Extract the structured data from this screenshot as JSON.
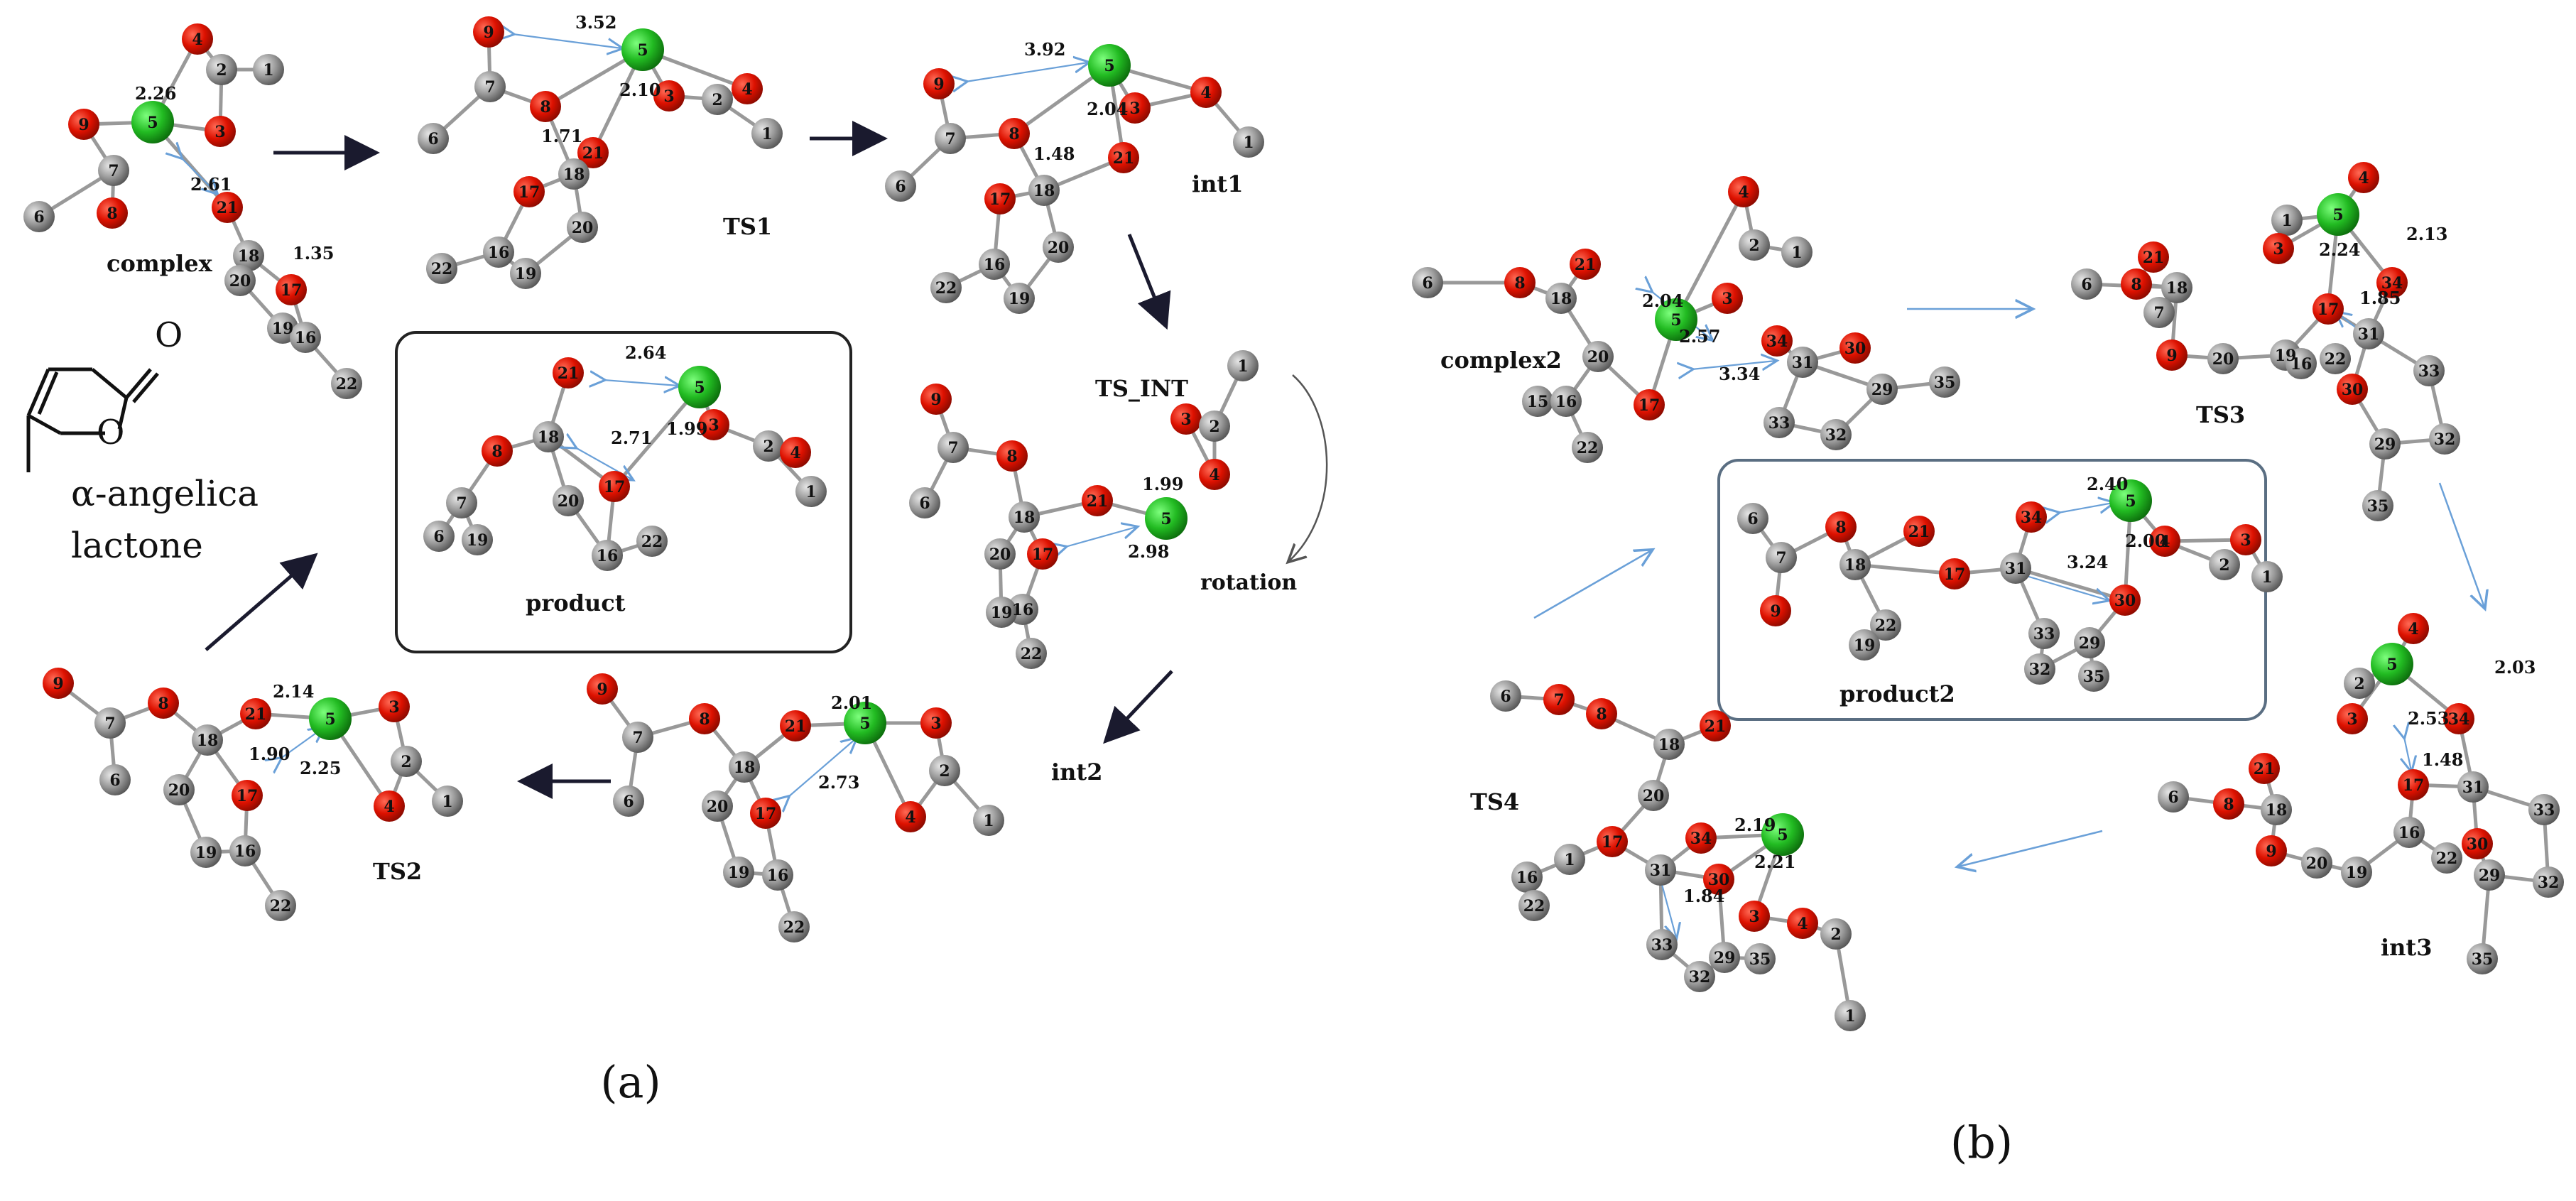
{
  "panels": [
    {
      "id": "a",
      "label": "(a)"
    },
    {
      "id": "b",
      "label": "(b)"
    }
  ],
  "structure_caption": {
    "line1": "α-angelica",
    "line2": "lactone"
  },
  "molecule_a": {
    "carbonyl_o": "O",
    "ring_o": "O"
  },
  "colors": {
    "oxygen": "#dd1100",
    "metal": "#22bb22",
    "carbon": "#9a9a9a",
    "bond": "#999999",
    "arrow": "#1a1a2e",
    "thin_arrow": "#6aa0d8",
    "text": "#111111"
  },
  "states": [
    {
      "key": "complex",
      "name": "complex",
      "atoms": [
        {
          "n": "4",
          "e": "O"
        },
        {
          "n": "2",
          "e": "C"
        },
        {
          "n": "1",
          "e": "C"
        },
        {
          "n": "9",
          "e": "O"
        },
        {
          "n": "5",
          "e": "M"
        },
        {
          "n": "3",
          "e": "O"
        },
        {
          "n": "7",
          "e": "C"
        },
        {
          "n": "6",
          "e": "C"
        },
        {
          "n": "8",
          "e": "O"
        },
        {
          "n": "21",
          "e": "O"
        },
        {
          "n": "18",
          "e": "C"
        },
        {
          "n": "20",
          "e": "C"
        },
        {
          "n": "17",
          "e": "O"
        },
        {
          "n": "19",
          "e": "C"
        },
        {
          "n": "16",
          "e": "C"
        },
        {
          "n": "22",
          "e": "C"
        }
      ],
      "distances": [
        "2.26",
        "2.61",
        "1.35"
      ]
    },
    {
      "key": "ts1",
      "name": "TS1",
      "atoms": [
        {
          "n": "9",
          "e": "O"
        },
        {
          "n": "5",
          "e": "M"
        },
        {
          "n": "4",
          "e": "O"
        },
        {
          "n": "3",
          "e": "O"
        },
        {
          "n": "2",
          "e": "C"
        },
        {
          "n": "1",
          "e": "C"
        },
        {
          "n": "7",
          "e": "C"
        },
        {
          "n": "8",
          "e": "O"
        },
        {
          "n": "6",
          "e": "C"
        },
        {
          "n": "21",
          "e": "O"
        },
        {
          "n": "18",
          "e": "C"
        },
        {
          "n": "17",
          "e": "O"
        },
        {
          "n": "20",
          "e": "C"
        },
        {
          "n": "16",
          "e": "C"
        },
        {
          "n": "22",
          "e": "C"
        },
        {
          "n": "19",
          "e": "C"
        }
      ],
      "distances": [
        "3.52",
        "2.10",
        "1.71"
      ]
    },
    {
      "key": "int1",
      "name": "int1",
      "atoms": [
        {
          "n": "9",
          "e": "O"
        },
        {
          "n": "5",
          "e": "M"
        },
        {
          "n": "4",
          "e": "O"
        },
        {
          "n": "3",
          "e": "O"
        },
        {
          "n": "1",
          "e": "C"
        },
        {
          "n": "7",
          "e": "C"
        },
        {
          "n": "8",
          "e": "O"
        },
        {
          "n": "6",
          "e": "C"
        },
        {
          "n": "21",
          "e": "O"
        },
        {
          "n": "18",
          "e": "C"
        },
        {
          "n": "17",
          "e": "O"
        },
        {
          "n": "20",
          "e": "C"
        },
        {
          "n": "16",
          "e": "C"
        },
        {
          "n": "22",
          "e": "C"
        },
        {
          "n": "19",
          "e": "C"
        }
      ],
      "distances": [
        "3.92",
        "2.04",
        "1.48"
      ]
    },
    {
      "key": "ts_int",
      "name": "TS_INT",
      "atoms": [
        {
          "n": "9",
          "e": "O"
        },
        {
          "n": "7",
          "e": "C"
        },
        {
          "n": "8",
          "e": "O"
        },
        {
          "n": "6",
          "e": "C"
        },
        {
          "n": "1",
          "e": "C"
        },
        {
          "n": "3",
          "e": "O"
        },
        {
          "n": "2",
          "e": "C"
        },
        {
          "n": "4",
          "e": "O"
        },
        {
          "n": "21",
          "e": "O"
        },
        {
          "n": "5",
          "e": "M"
        },
        {
          "n": "18",
          "e": "C"
        },
        {
          "n": "20",
          "e": "C"
        },
        {
          "n": "17",
          "e": "O"
        },
        {
          "n": "16",
          "e": "C"
        },
        {
          "n": "19",
          "e": "C"
        },
        {
          "n": "22",
          "e": "C"
        }
      ],
      "distances": [
        "1.99",
        "2.98"
      ]
    },
    {
      "key": "product",
      "name": "product",
      "atoms": [
        {
          "n": "21",
          "e": "O"
        },
        {
          "n": "5",
          "e": "M"
        },
        {
          "n": "18",
          "e": "C"
        },
        {
          "n": "3",
          "e": "O"
        },
        {
          "n": "2",
          "e": "C"
        },
        {
          "n": "4",
          "e": "O"
        },
        {
          "n": "1",
          "e": "C"
        },
        {
          "n": "8",
          "e": "O"
        },
        {
          "n": "20",
          "e": "C"
        },
        {
          "n": "17",
          "e": "O"
        },
        {
          "n": "7",
          "e": "C"
        },
        {
          "n": "6",
          "e": "C"
        },
        {
          "n": "19",
          "e": "C"
        },
        {
          "n": "16",
          "e": "C"
        },
        {
          "n": "22",
          "e": "C"
        }
      ],
      "distances": [
        "2.64",
        "2.71",
        "1.99"
      ]
    },
    {
      "key": "ts2",
      "name": "TS2",
      "atoms": [
        {
          "n": "9",
          "e": "O"
        },
        {
          "n": "8",
          "e": "O"
        },
        {
          "n": "7",
          "e": "C"
        },
        {
          "n": "6",
          "e": "C"
        },
        {
          "n": "21",
          "e": "O"
        },
        {
          "n": "5",
          "e": "M"
        },
        {
          "n": "3",
          "e": "O"
        },
        {
          "n": "18",
          "e": "C"
        },
        {
          "n": "20",
          "e": "C"
        },
        {
          "n": "17",
          "e": "O"
        },
        {
          "n": "2",
          "e": "C"
        },
        {
          "n": "4",
          "e": "O"
        },
        {
          "n": "1",
          "e": "C"
        },
        {
          "n": "19",
          "e": "C"
        },
        {
          "n": "16",
          "e": "C"
        },
        {
          "n": "22",
          "e": "C"
        }
      ],
      "distances": [
        "2.14",
        "1.90",
        "2.25"
      ]
    },
    {
      "key": "int2",
      "name": "int2",
      "atoms": [
        {
          "n": "9",
          "e": "O"
        },
        {
          "n": "8",
          "e": "O"
        },
        {
          "n": "7",
          "e": "C"
        },
        {
          "n": "6",
          "e": "C"
        },
        {
          "n": "18",
          "e": "C"
        },
        {
          "n": "21",
          "e": "O"
        },
        {
          "n": "5",
          "e": "M"
        },
        {
          "n": "3",
          "e": "O"
        },
        {
          "n": "2",
          "e": "C"
        },
        {
          "n": "4",
          "e": "O"
        },
        {
          "n": "1",
          "e": "C"
        },
        {
          "n": "20",
          "e": "C"
        },
        {
          "n": "17",
          "e": "O"
        },
        {
          "n": "19",
          "e": "C"
        },
        {
          "n": "16",
          "e": "C"
        },
        {
          "n": "22",
          "e": "C"
        }
      ],
      "distances": [
        "2.01",
        "2.73"
      ]
    },
    {
      "key": "complex2",
      "name": "complex2",
      "atoms": [
        {
          "n": "4",
          "e": "O"
        },
        {
          "n": "2",
          "e": "C"
        },
        {
          "n": "1",
          "e": "C"
        },
        {
          "n": "6",
          "e": "C"
        },
        {
          "n": "8",
          "e": "O"
        },
        {
          "n": "21",
          "e": "O"
        },
        {
          "n": "18",
          "e": "C"
        },
        {
          "n": "5",
          "e": "M"
        },
        {
          "n": "3",
          "e": "O"
        },
        {
          "n": "34",
          "e": "O"
        },
        {
          "n": "30",
          "e": "O"
        },
        {
          "n": "31",
          "e": "C"
        },
        {
          "n": "29",
          "e": "C"
        },
        {
          "n": "35",
          "e": "C"
        },
        {
          "n": "20",
          "e": "C"
        },
        {
          "n": "17",
          "e": "O"
        },
        {
          "n": "15",
          "e": "C"
        },
        {
          "n": "16",
          "e": "C"
        },
        {
          "n": "22",
          "e": "C"
        },
        {
          "n": "33",
          "e": "C"
        },
        {
          "n": "32",
          "e": "C"
        }
      ],
      "distances": [
        "2.04",
        "2.57",
        "3.34"
      ]
    },
    {
      "key": "ts3",
      "name": "TS3",
      "atoms": [
        {
          "n": "4",
          "e": "O"
        },
        {
          "n": "5",
          "e": "M"
        },
        {
          "n": "1",
          "e": "C"
        },
        {
          "n": "3",
          "e": "O"
        },
        {
          "n": "21",
          "e": "O"
        },
        {
          "n": "6",
          "e": "C"
        },
        {
          "n": "8",
          "e": "O"
        },
        {
          "n": "18",
          "e": "C"
        },
        {
          "n": "7",
          "e": "C"
        },
        {
          "n": "17",
          "e": "O"
        },
        {
          "n": "34",
          "e": "O"
        },
        {
          "n": "9",
          "e": "O"
        },
        {
          "n": "20",
          "e": "C"
        },
        {
          "n": "19",
          "e": "C"
        },
        {
          "n": "16",
          "e": "C"
        },
        {
          "n": "22",
          "e": "C"
        },
        {
          "n": "31",
          "e": "C"
        },
        {
          "n": "33",
          "e": "C"
        },
        {
          "n": "30",
          "e": "O"
        },
        {
          "n": "29",
          "e": "C"
        },
        {
          "n": "32",
          "e": "C"
        },
        {
          "n": "35",
          "e": "C"
        }
      ],
      "distances": [
        "2.13",
        "2.24",
        "1.85"
      ]
    },
    {
      "key": "product2",
      "name": "product2",
      "atoms": [
        {
          "n": "6",
          "e": "C"
        },
        {
          "n": "8",
          "e": "O"
        },
        {
          "n": "21",
          "e": "O"
        },
        {
          "n": "34",
          "e": "O"
        },
        {
          "n": "5",
          "e": "M"
        },
        {
          "n": "4",
          "e": "O"
        },
        {
          "n": "3",
          "e": "O"
        },
        {
          "n": "2",
          "e": "C"
        },
        {
          "n": "1",
          "e": "C"
        },
        {
          "n": "7",
          "e": "C"
        },
        {
          "n": "18",
          "e": "C"
        },
        {
          "n": "17",
          "e": "O"
        },
        {
          "n": "31",
          "e": "C"
        },
        {
          "n": "9",
          "e": "O"
        },
        {
          "n": "22",
          "e": "C"
        },
        {
          "n": "19",
          "e": "C"
        },
        {
          "n": "30",
          "e": "O"
        },
        {
          "n": "33",
          "e": "C"
        },
        {
          "n": "29",
          "e": "C"
        },
        {
          "n": "32",
          "e": "C"
        },
        {
          "n": "35",
          "e": "C"
        }
      ],
      "distances": [
        "2.40",
        "2.00",
        "3.24"
      ]
    },
    {
      "key": "int3",
      "name": "int3",
      "atoms": [
        {
          "n": "4",
          "e": "O"
        },
        {
          "n": "5",
          "e": "M"
        },
        {
          "n": "2",
          "e": "C"
        },
        {
          "n": "3",
          "e": "O"
        },
        {
          "n": "34",
          "e": "O"
        },
        {
          "n": "21",
          "e": "O"
        },
        {
          "n": "6",
          "e": "C"
        },
        {
          "n": "8",
          "e": "O"
        },
        {
          "n": "18",
          "e": "C"
        },
        {
          "n": "9",
          "e": "O"
        },
        {
          "n": "20",
          "e": "C"
        },
        {
          "n": "19",
          "e": "C"
        },
        {
          "n": "17",
          "e": "O"
        },
        {
          "n": "31",
          "e": "C"
        },
        {
          "n": "16",
          "e": "C"
        },
        {
          "n": "22",
          "e": "C"
        },
        {
          "n": "30",
          "e": "O"
        },
        {
          "n": "33",
          "e": "C"
        },
        {
          "n": "29",
          "e": "C"
        },
        {
          "n": "32",
          "e": "C"
        },
        {
          "n": "35",
          "e": "C"
        }
      ],
      "distances": [
        "2.03",
        "2.53",
        "1.48"
      ]
    },
    {
      "key": "ts4",
      "name": "TS4",
      "atoms": [
        {
          "n": "6",
          "e": "C"
        },
        {
          "n": "7",
          "e": "O"
        },
        {
          "n": "8",
          "e": "O"
        },
        {
          "n": "21",
          "e": "O"
        },
        {
          "n": "18",
          "e": "C"
        },
        {
          "n": "20",
          "e": "C"
        },
        {
          "n": "1",
          "e": "C"
        },
        {
          "n": "17",
          "e": "O"
        },
        {
          "n": "16",
          "e": "C"
        },
        {
          "n": "22",
          "e": "C"
        },
        {
          "n": "34",
          "e": "O"
        },
        {
          "n": "5",
          "e": "M"
        },
        {
          "n": "31",
          "e": "C"
        },
        {
          "n": "30",
          "e": "O"
        },
        {
          "n": "3",
          "e": "O"
        },
        {
          "n": "4",
          "e": "O"
        },
        {
          "n": "2",
          "e": "C"
        },
        {
          "n": "33",
          "e": "C"
        },
        {
          "n": "29",
          "e": "C"
        },
        {
          "n": "35",
          "e": "C"
        },
        {
          "n": "32",
          "e": "C"
        },
        {
          "n": "1",
          "e": "C"
        }
      ],
      "distances": [
        "2.19",
        "2.21",
        "1.84"
      ]
    }
  ],
  "rotation_label": "rotation"
}
